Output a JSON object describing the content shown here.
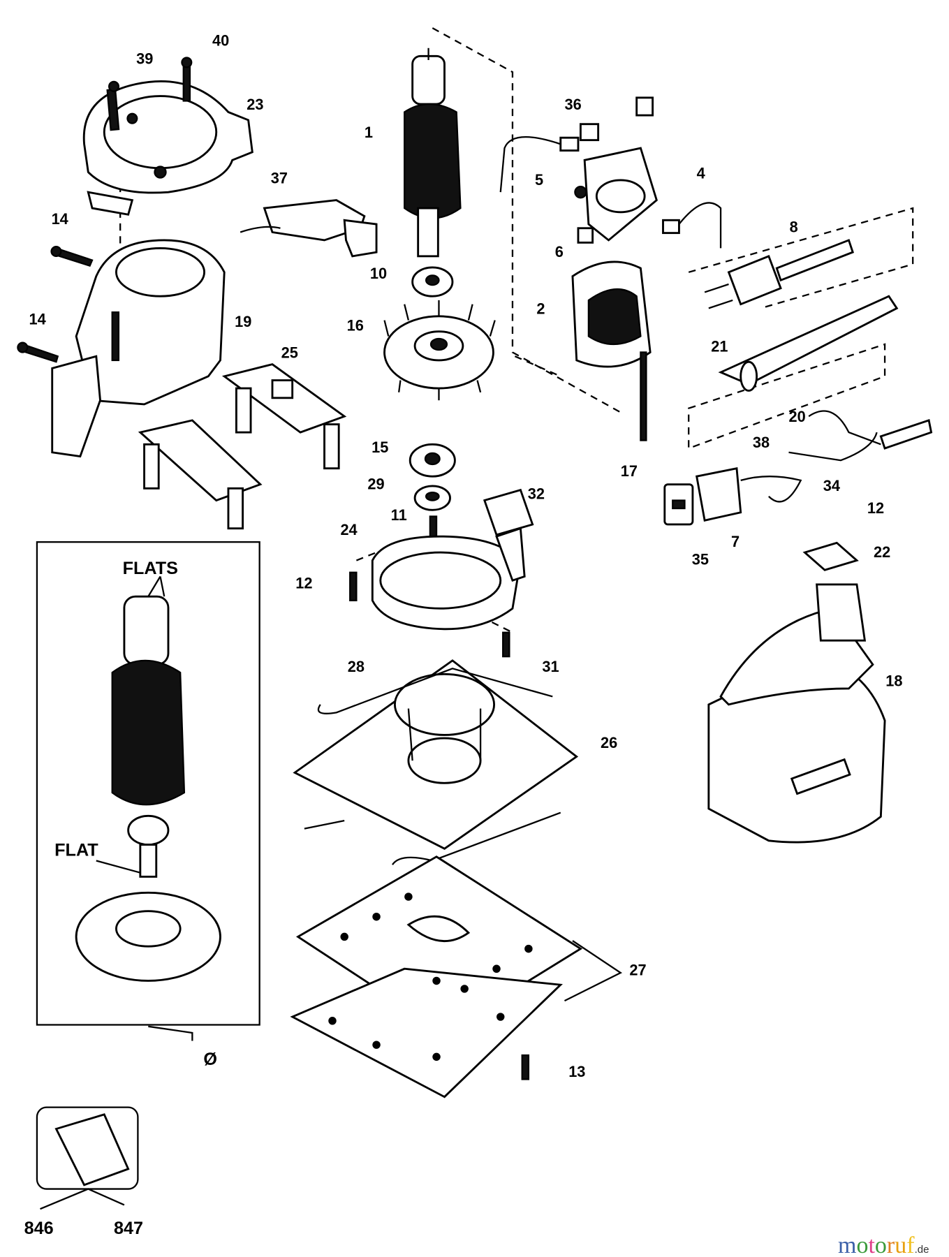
{
  "diagram": {
    "part_labels": [
      "40",
      "39",
      "23",
      "1",
      "36",
      "37",
      "5",
      "4",
      "8",
      "14",
      "6",
      "10",
      "2",
      "19",
      "14",
      "16",
      "25",
      "21",
      "20",
      "38",
      "15",
      "17",
      "29",
      "32",
      "34",
      "12",
      "11",
      "24",
      "22",
      "7",
      "35",
      "12",
      "28",
      "31",
      "18",
      "26",
      "27",
      "13"
    ],
    "inset": {
      "flats_label": "FLATS",
      "flat_label": "FLAT",
      "assembly_label": "Ø"
    },
    "kit": {
      "labels": [
        "846",
        "847"
      ]
    }
  },
  "watermark": {
    "letters": [
      "m",
      "o",
      "t",
      "o",
      "r",
      "u",
      "f"
    ],
    "colors": [
      "#3a5fa8",
      "#3a9a3a",
      "#e0408a",
      "#3a9a3a",
      "#e08020",
      "#e8a010",
      "#f0c020"
    ],
    "suffix": ".de"
  }
}
